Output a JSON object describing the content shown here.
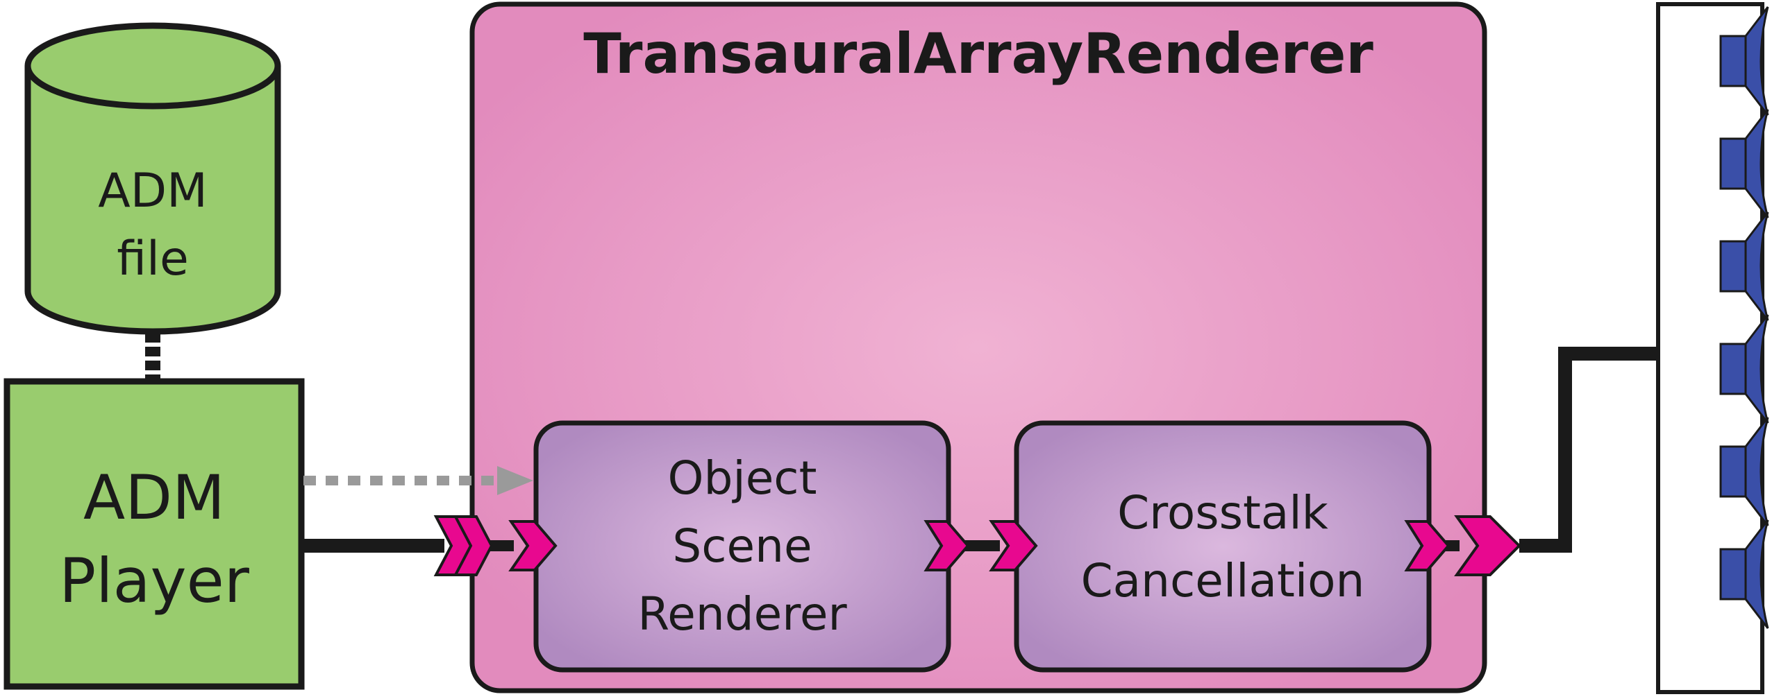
{
  "diagram": {
    "adm_file": {
      "line1": "ADM",
      "line2": "file"
    },
    "adm_player": {
      "line1": "ADM",
      "line2": "Player"
    },
    "renderer": {
      "title": "TransauralArrayRenderer",
      "object_scene": {
        "line1": "Object",
        "line2": "Scene",
        "line3": "Renderer"
      },
      "crosstalk": {
        "line1": "Crosstalk",
        "line2": "Cancellation"
      }
    },
    "speaker_count": 6,
    "colors": {
      "adm_green": "#99cc6e",
      "renderer_pink": "#e28bbd",
      "renderer_pink_center": "#f0b2d3",
      "module_purple": "#b38bc2",
      "module_purple_center": "#d9b5dd",
      "port_magenta": "#e8088f",
      "speaker_blue": "#3a4fa8",
      "stroke": "#1a1a1a",
      "dotted_gray": "#9a9a9a"
    }
  }
}
